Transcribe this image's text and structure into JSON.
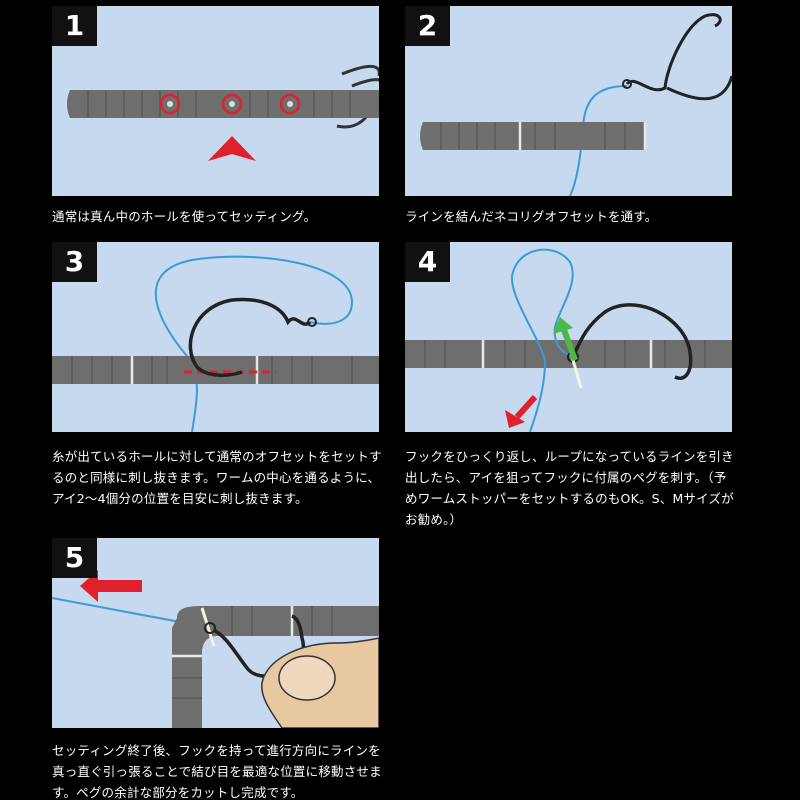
{
  "steps": [
    {
      "number": "1",
      "caption": "通常は真ん中のホールを使ってセッティング。"
    },
    {
      "number": "2",
      "caption": "ラインを結んだネコリグオフセットを通す。"
    },
    {
      "number": "3",
      "caption": "糸が出ているホールに対して通常のオフセットをセットするのと同様に刺し抜きます。ワームの中心を通るように、アイ2～4個分の位置を目安に刺し抜きます。"
    },
    {
      "number": "4",
      "caption": "フックをひっくり返し、ループになっているラインを引き出したら、アイを狙ってフックに付属のペグを刺す。（予めワームストッパーをセットするのもOK。S、Mサイズがお勧め。）"
    },
    {
      "number": "5",
      "caption": "セッティング終了後、フックを持って進行方向にラインを真っ直ぐ引っ張ることで結び目を最適な位置に移動させます。ペグの余計な部分をカットし完成です。"
    }
  ],
  "colors": {
    "panel_background": "#c7d9ee",
    "worm": "#6e6e6e",
    "line": "#3c9ad6",
    "marker_red": "#e0202a",
    "arrow_green": "#4cb848",
    "badge": "#111111"
  }
}
